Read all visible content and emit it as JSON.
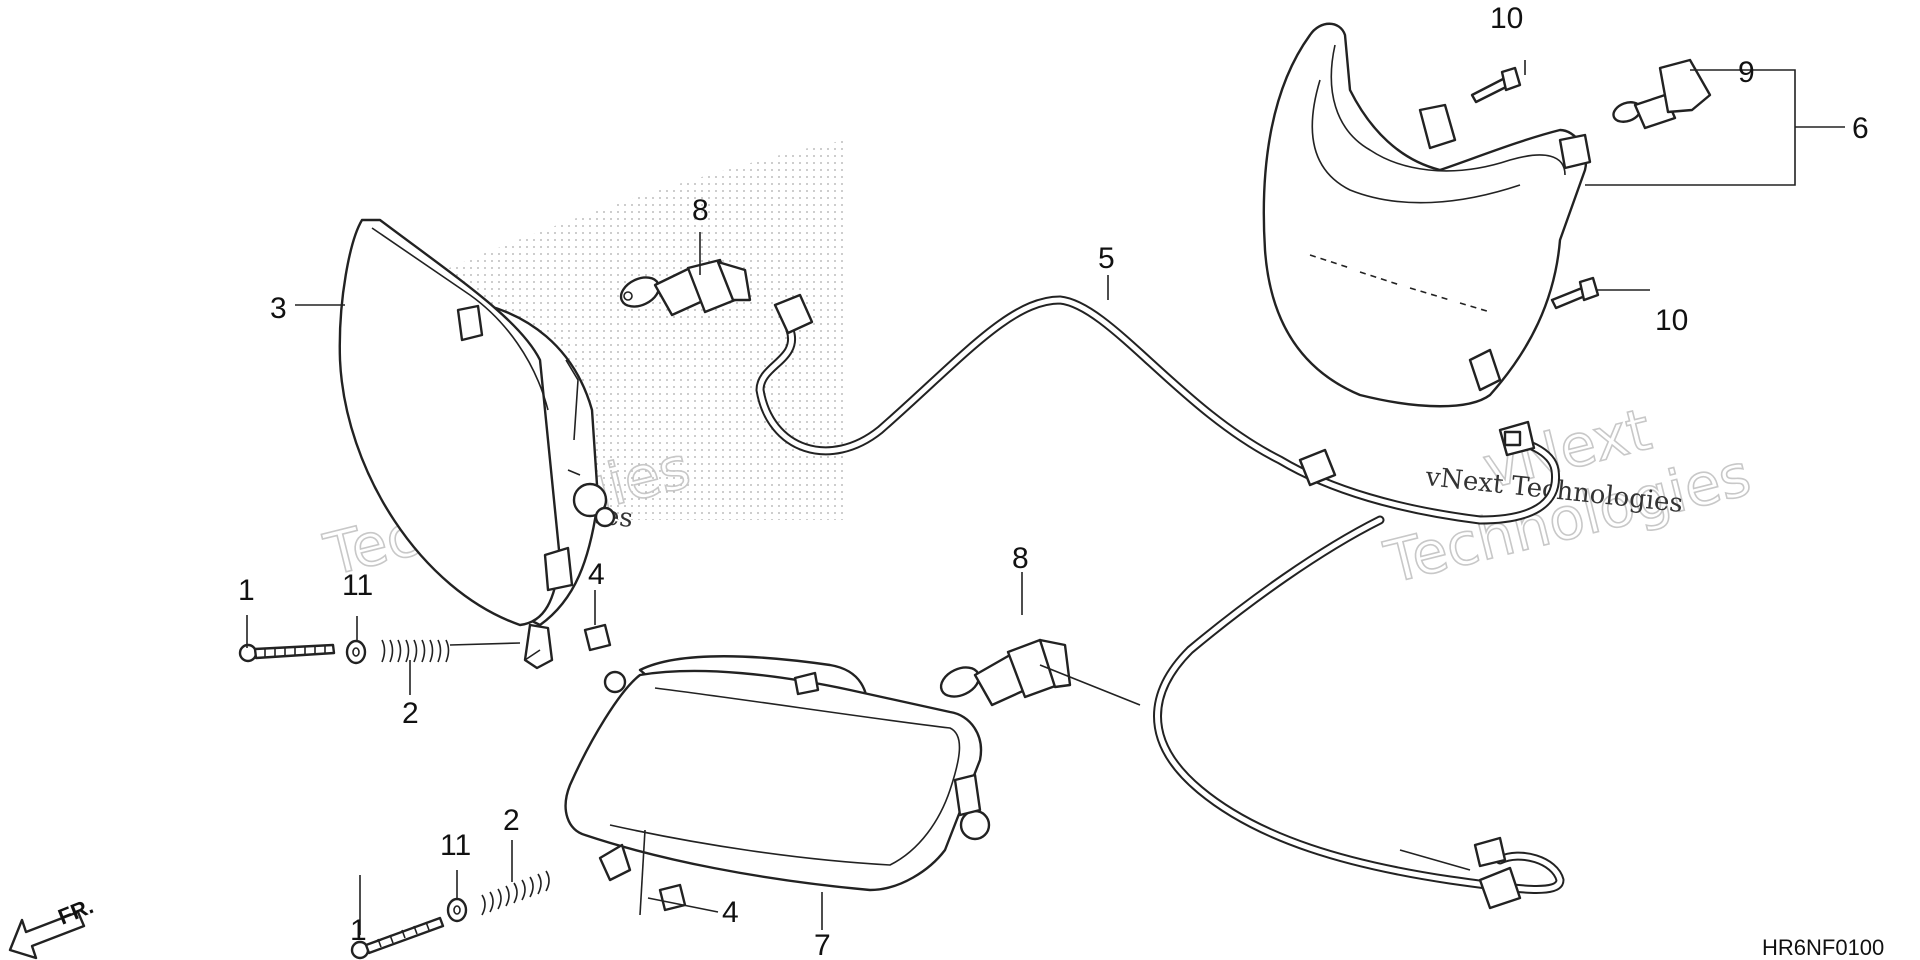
{
  "callouts": [
    {
      "id": "c1a",
      "label": "1"
    },
    {
      "id": "c1b",
      "label": "1"
    },
    {
      "id": "c2a",
      "label": "2"
    },
    {
      "id": "c2b",
      "label": "2"
    },
    {
      "id": "c3",
      "label": "3"
    },
    {
      "id": "c4a",
      "label": "4"
    },
    {
      "id": "c4b",
      "label": "4"
    },
    {
      "id": "c5",
      "label": "5"
    },
    {
      "id": "c6",
      "label": "6"
    },
    {
      "id": "c7",
      "label": "7"
    },
    {
      "id": "c8a",
      "label": "8"
    },
    {
      "id": "c8b",
      "label": "8"
    },
    {
      "id": "c9",
      "label": "9"
    },
    {
      "id": "c10a",
      "label": "10"
    },
    {
      "id": "c10b",
      "label": "10"
    },
    {
      "id": "c11a",
      "label": "11"
    },
    {
      "id": "c11b",
      "label": "11"
    }
  ],
  "watermarks": {
    "big_line1": "vNext",
    "big_line2": "Technologies",
    "small": "vNext Technologies"
  },
  "direction_label": "FR.",
  "diagram_code": "HR6NF0100"
}
